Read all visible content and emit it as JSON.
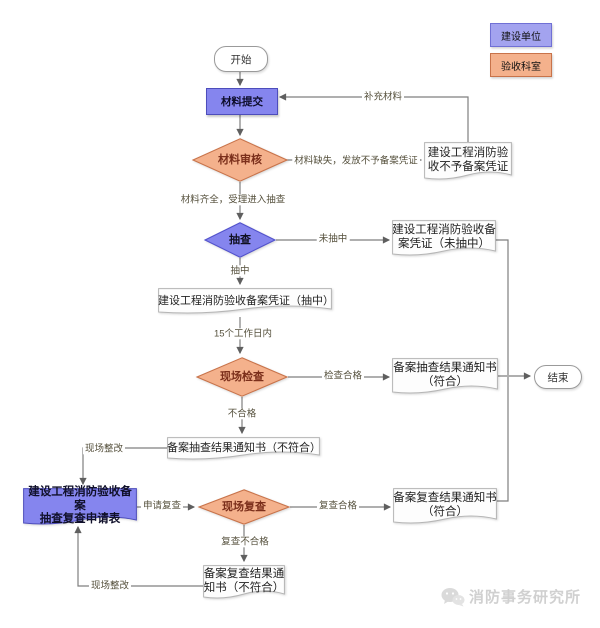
{
  "legend": {
    "builder": "建设单位",
    "acceptance_dept": "验收科室"
  },
  "nodes": {
    "start": "开始",
    "submit": "材料提交",
    "review": "材料审核",
    "doc_no_record": "建设工程消防验\n收不予备案凭证",
    "sampling": "抽查",
    "doc_not_sampled": "建设工程消防验收备\n案凭证（未抽中）",
    "doc_sampled": "建设工程消防验收备案凭证（抽中）",
    "site_inspection": "现场检查",
    "doc_inspection_pass": "备案抽查结果通知书\n（符合）",
    "end": "结束",
    "doc_inspection_fail": "备案抽查结果通知书（不符合）",
    "recheck_application": "建设工程消防验收备案\n抽查复查申请表",
    "site_recheck": "现场复查",
    "doc_recheck_pass": "备案复查结果通知书\n（符合）",
    "doc_recheck_fail": "备案复查结果通\n知书（不符合）"
  },
  "edge_labels": {
    "supplement": "补充材料",
    "missing": "材料缺失，发放不予备案凭证",
    "complete": "材料齐全，受理进入抽查",
    "not_sampled": "未抽中",
    "sampled": "抽中",
    "within_15_days": "15个工作日内",
    "inspection_pass": "检查合格",
    "inspection_fail": "不合格",
    "rectify_1": "现场整改",
    "apply_recheck": "申请复查",
    "recheck_pass": "复查合格",
    "recheck_fail": "复查不合格",
    "rectify_2": "现场整改"
  },
  "watermark": {
    "text": "消防事务研究所"
  },
  "colors": {
    "builder_fill": "#8585ee",
    "builder_border": "#4d4dbb",
    "acceptance_fill": "#f4b18c",
    "acceptance_border": "#c8734a",
    "line": "#7f7f7f",
    "edge_label_text": "#55503c"
  }
}
